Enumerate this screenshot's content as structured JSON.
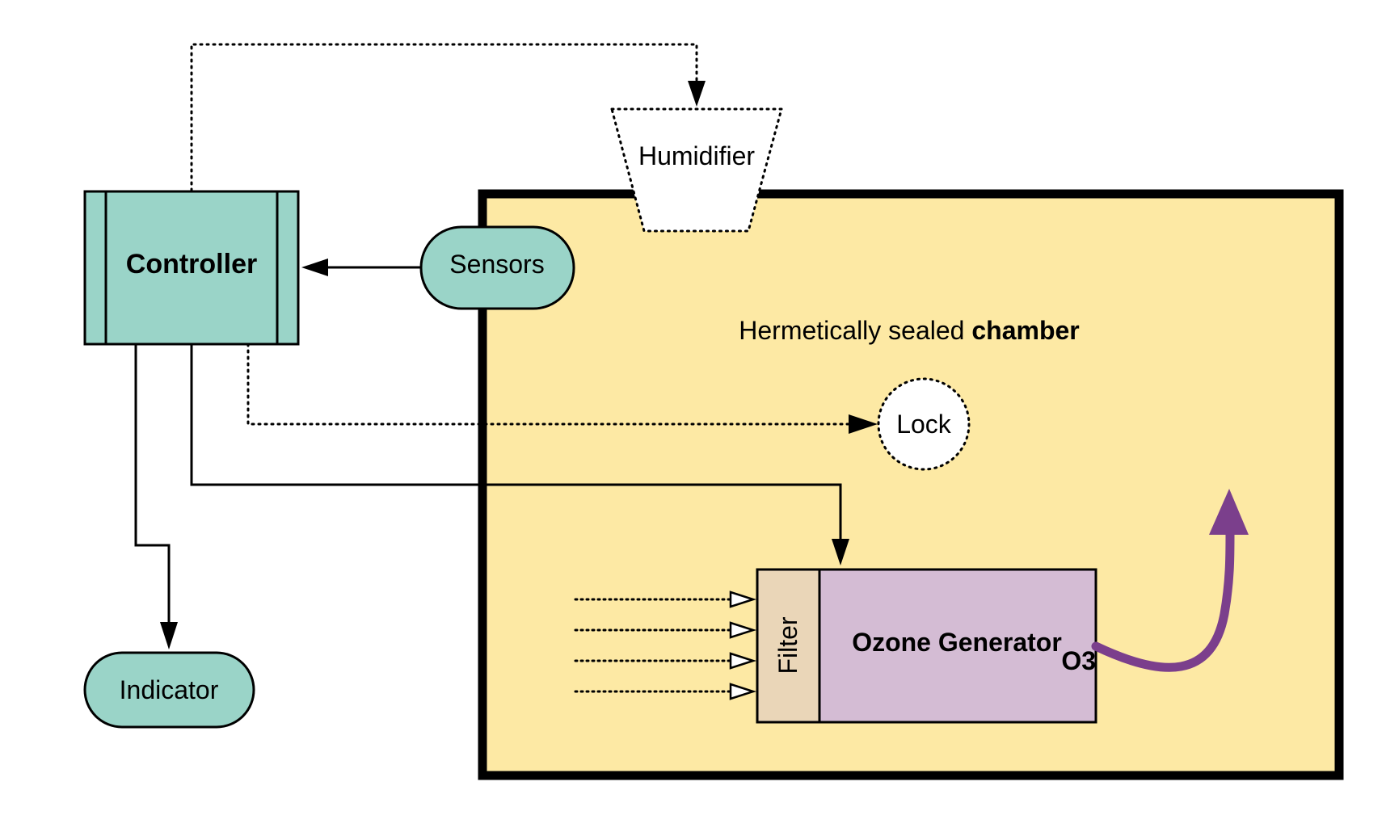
{
  "diagram": {
    "controller": {
      "label": "Controller"
    },
    "sensors": {
      "label": "Sensors"
    },
    "humidifier": {
      "label": "Humidifier"
    },
    "indicator": {
      "label": "Indicator"
    },
    "chamber": {
      "label_regular": "Hermetically sealed ",
      "label_bold": "chamber"
    },
    "lock": {
      "label": "Lock"
    },
    "filter": {
      "label": "Filter"
    },
    "ozone_generator": {
      "label": "Ozone Generator",
      "output_label": "O3"
    }
  },
  "colors": {
    "teal": "#9ad4c8",
    "chamber_fill": "#fde9a4",
    "filter_fill": "#ead6b8",
    "generator_fill": "#d4bcd4",
    "ozone_arrow": "#7b3f8c",
    "stroke": "#000000"
  }
}
